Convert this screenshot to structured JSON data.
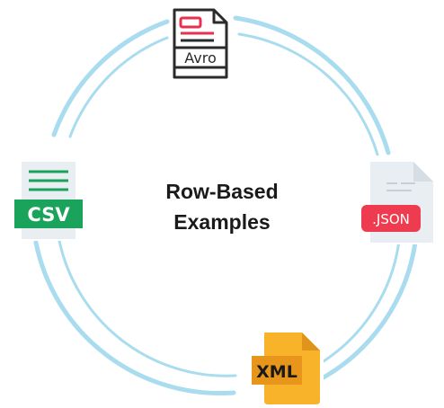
{
  "title": {
    "line1": "Row-Based",
    "line2": "Examples"
  },
  "formats": [
    {
      "key": "avro",
      "label": "Avro",
      "icon": "avro-file-icon",
      "color": "#e8314f"
    },
    {
      "key": "csv",
      "label": "CSV",
      "icon": "csv-file-icon",
      "color": "#1aa35a"
    },
    {
      "key": "json",
      "label": ".JSON",
      "icon": "json-file-icon",
      "color": "#ee3b4f"
    },
    {
      "key": "xml",
      "label": "XML",
      "icon": "xml-file-icon",
      "color": "#f5a623"
    }
  ],
  "colors": {
    "ring": "#a9dcee",
    "text": "#1a1a1a"
  }
}
